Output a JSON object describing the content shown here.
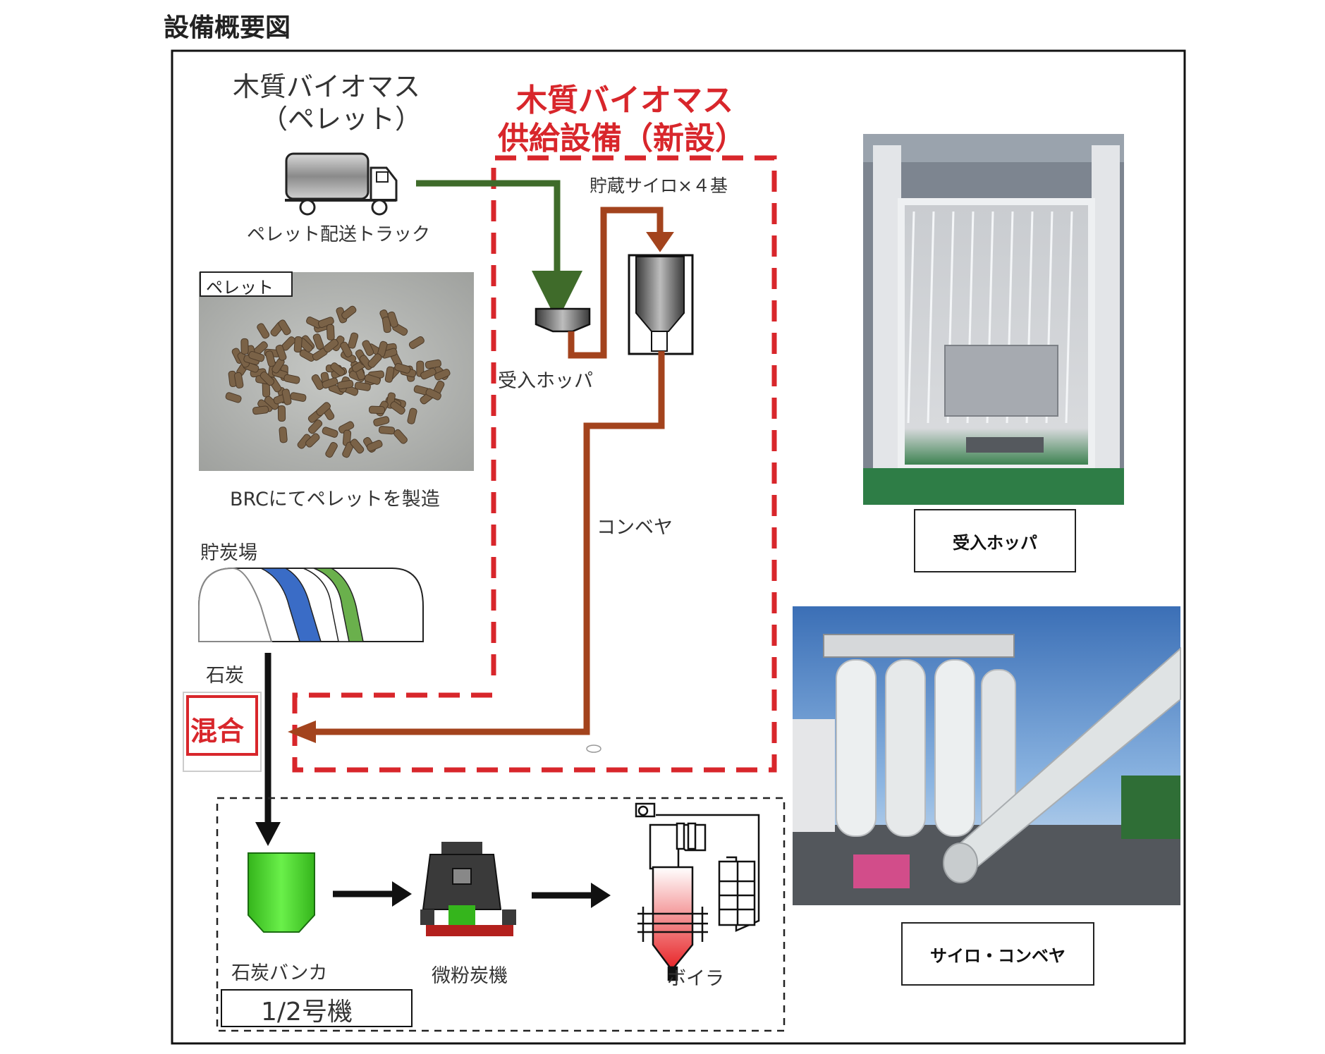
{
  "page_title": "設備概要図",
  "biomass": {
    "title_line1": "木質バイオマス",
    "title_line2": "（ペレット）",
    "truck_label": "ペレット配送トラック",
    "pellet_tag": "ペレット",
    "pellet_caption": "BRCにてペレットを製造"
  },
  "new_equipment": {
    "title_line1": "木質バイオマス",
    "title_line2": "供給設備（新設）",
    "silo_label": "貯蔵サイロ×４基",
    "hopper_label": "受入ホッパ",
    "conveyor_label": "コンベヤ"
  },
  "coal": {
    "yard_label": "貯炭場",
    "coal_label": "石炭",
    "mix_label": "混合"
  },
  "unit": {
    "bunker_label": "石炭バンカ",
    "mill_label": "微粉炭機",
    "boiler_label": "ボイラ",
    "unit_label": "1/2号機"
  },
  "photos": {
    "hopper_caption": "受入ホッパ",
    "silo_caption": "サイロ・コンベヤ"
  },
  "colors": {
    "accent_red": "#d8262b",
    "green_arrow": "#3f6b2a",
    "brown_line": "#a3431d",
    "bunker_green": "#4bd82a",
    "coal_blue": "#3a6cc6",
    "coal_green": "#6ab04c"
  }
}
